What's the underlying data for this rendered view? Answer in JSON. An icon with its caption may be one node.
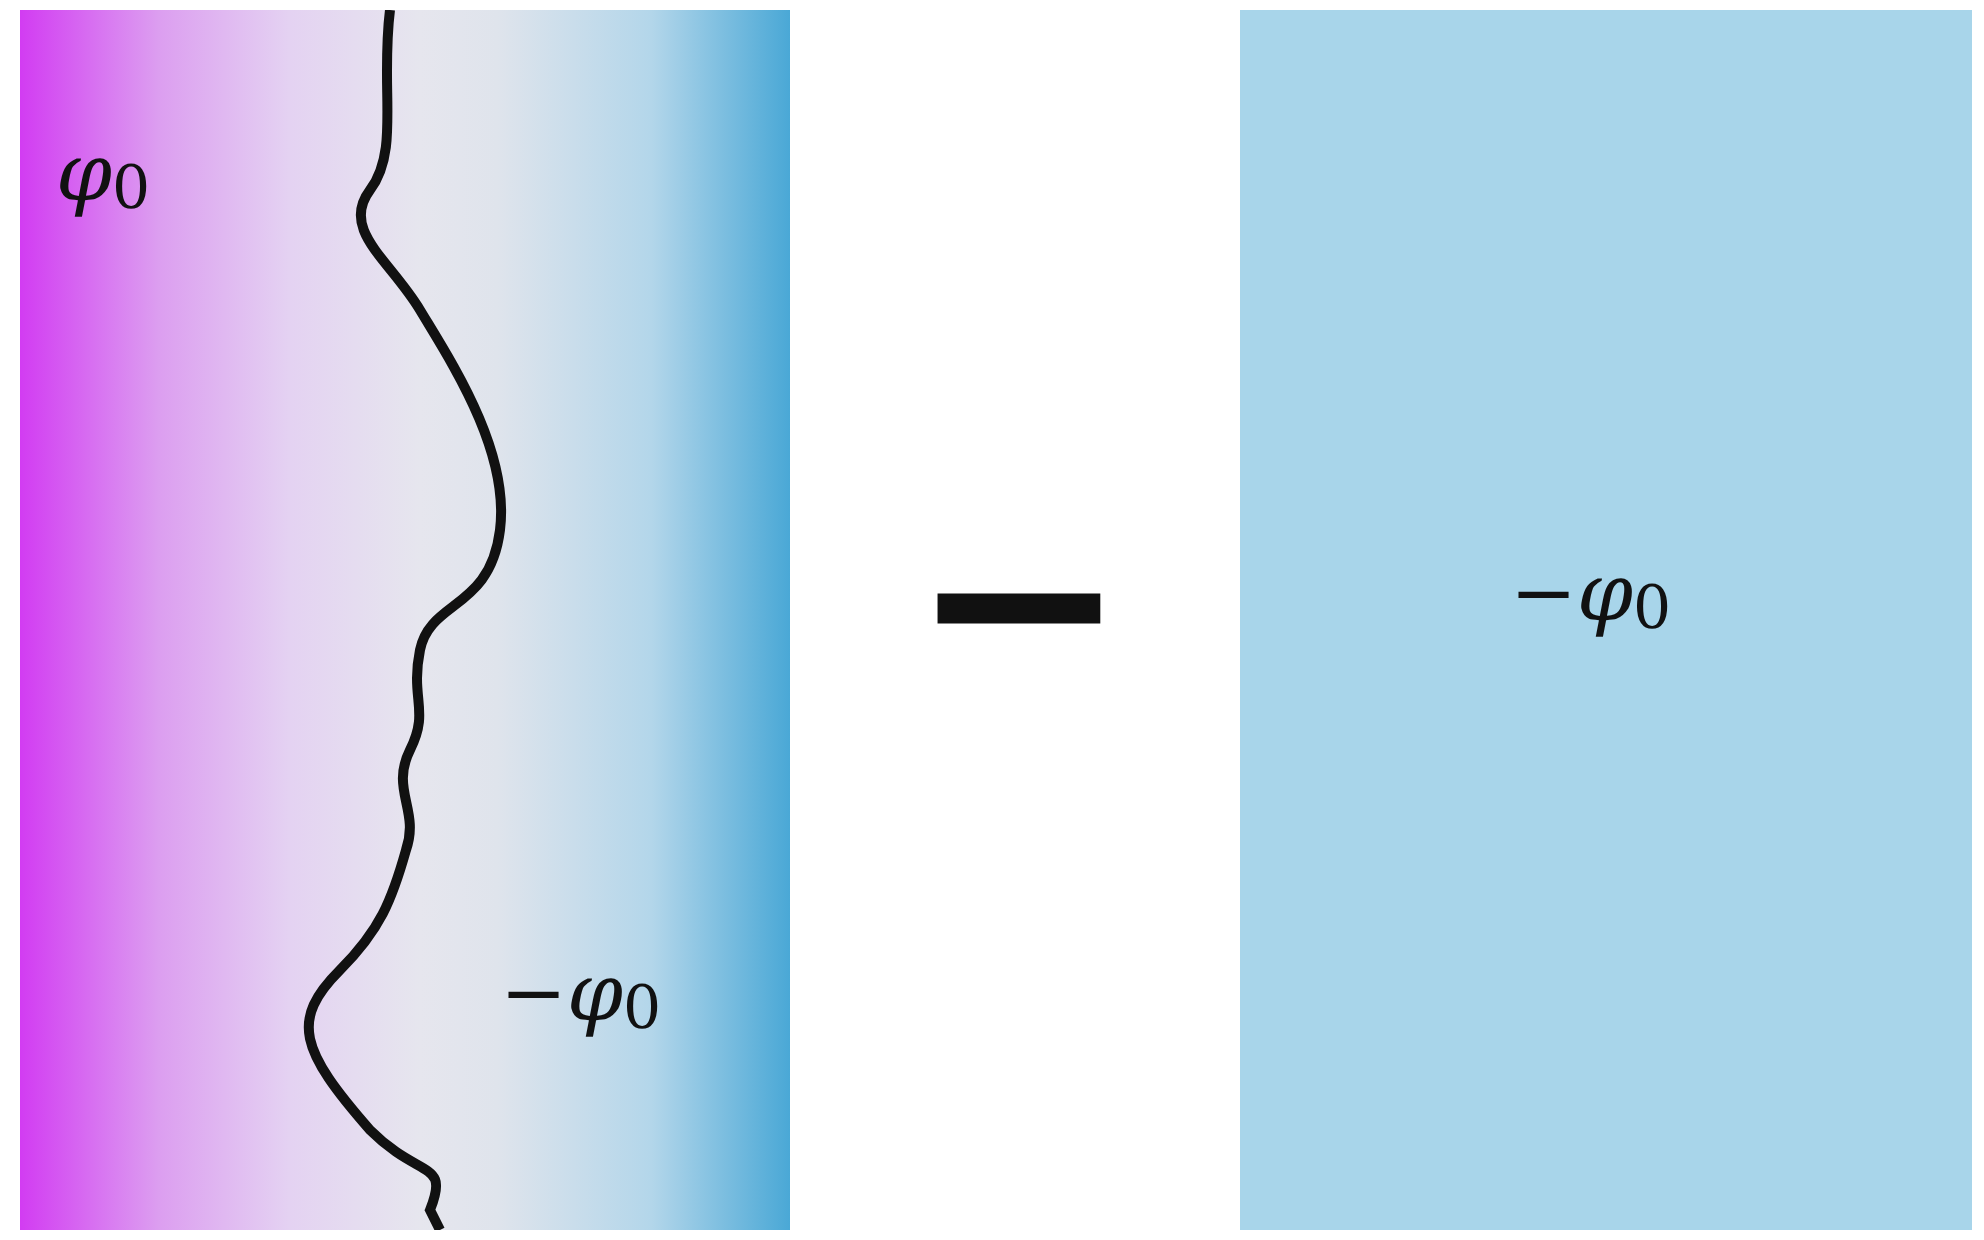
{
  "diagram": {
    "nodes": [
      {
        "text": [
          "φ$_{0}$",
          "−φ$_{0}$"
        ]
      },
      {
        "text": [
          "−φ$_{0}$"
        ]
      }
    ],
    "labels": [
      "−"
    ]
  }
}
